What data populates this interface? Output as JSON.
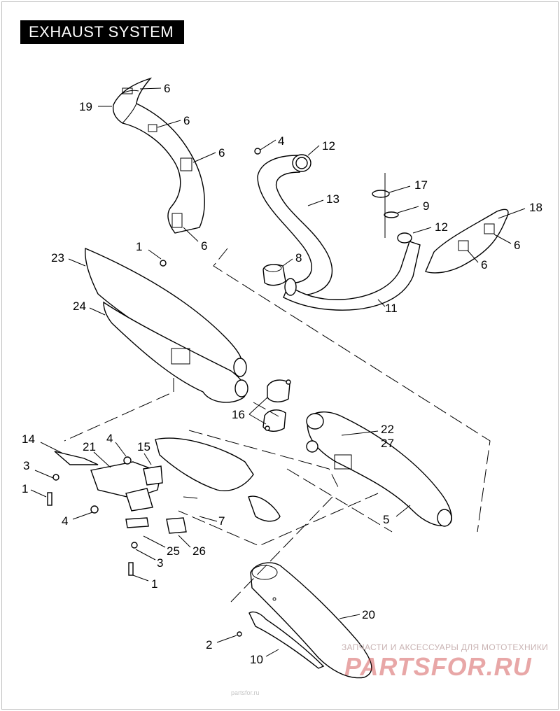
{
  "title": "EXHAUST SYSTEM",
  "callouts": [
    {
      "id": "c6a",
      "text": "6"
    },
    {
      "id": "c19",
      "text": "19"
    },
    {
      "id": "c6b",
      "text": "6"
    },
    {
      "id": "c6c",
      "text": "6"
    },
    {
      "id": "c6d",
      "text": "6"
    },
    {
      "id": "c4a",
      "text": "4"
    },
    {
      "id": "c12a",
      "text": "12"
    },
    {
      "id": "c13",
      "text": "13"
    },
    {
      "id": "c17",
      "text": "17"
    },
    {
      "id": "c9",
      "text": "9"
    },
    {
      "id": "c12b",
      "text": "12"
    },
    {
      "id": "c18",
      "text": "18"
    },
    {
      "id": "c6e",
      "text": "6"
    },
    {
      "id": "c6f",
      "text": "6"
    },
    {
      "id": "c1a",
      "text": "1"
    },
    {
      "id": "c23",
      "text": "23"
    },
    {
      "id": "c8",
      "text": "8"
    },
    {
      "id": "c11",
      "text": "11"
    },
    {
      "id": "c24",
      "text": "24"
    },
    {
      "id": "c16",
      "text": "16"
    },
    {
      "id": "c22",
      "text": "22"
    },
    {
      "id": "c27",
      "text": "27"
    },
    {
      "id": "c14",
      "text": "14"
    },
    {
      "id": "c4b",
      "text": "4"
    },
    {
      "id": "c21",
      "text": "21"
    },
    {
      "id": "c15",
      "text": "15"
    },
    {
      "id": "c3a",
      "text": "3"
    },
    {
      "id": "c1b",
      "text": "1"
    },
    {
      "id": "c4c",
      "text": "4"
    },
    {
      "id": "c7",
      "text": "7"
    },
    {
      "id": "c5",
      "text": "5"
    },
    {
      "id": "c25",
      "text": "25"
    },
    {
      "id": "c26",
      "text": "26"
    },
    {
      "id": "c3b",
      "text": "3"
    },
    {
      "id": "c1c",
      "text": "1"
    },
    {
      "id": "c20",
      "text": "20"
    },
    {
      "id": "c2",
      "text": "2"
    },
    {
      "id": "c10",
      "text": "10"
    }
  ],
  "watermark": {
    "tagline": "ЗАПЧАСТИ И АКСЕССУАРЫ ДЛЯ МОТОТЕХНИКИ",
    "logo": "PARTSFOR.RU",
    "faint": "partsfor.ru"
  }
}
